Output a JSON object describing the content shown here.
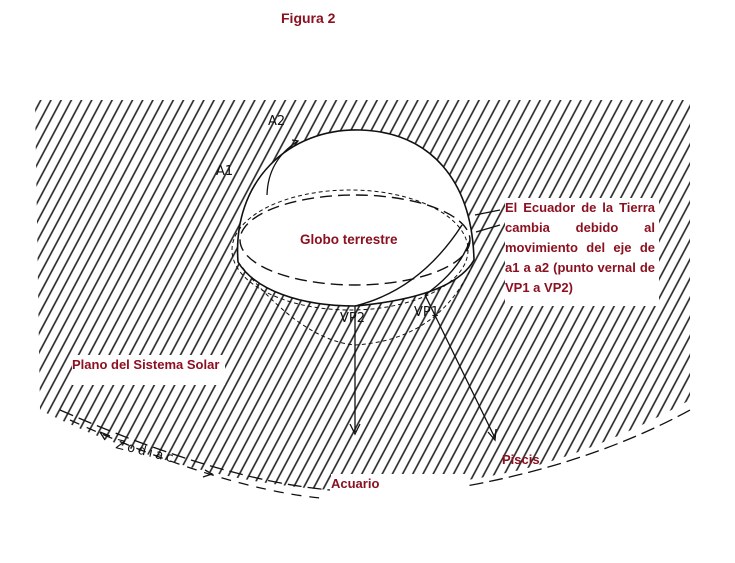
{
  "figure_title": "Figura 2",
  "labels": {
    "globe": "Globo terrestre",
    "equator_note": "El Ecuador de la Tierra cambia debido al movimiento del eje de a1 a a2 (punto vernal de VP1 a VP2)",
    "plane": "Plano del Sistema Solar",
    "piscis": "Piscis",
    "acuario": "Acuario"
  },
  "hand_labels": {
    "a1": "A1",
    "a2": "A2",
    "vp1": "VP1",
    "vp2": "VP2",
    "zodiac": "Zodiac"
  },
  "colors": {
    "label_text": "#8b1020",
    "ink": "#111111"
  }
}
